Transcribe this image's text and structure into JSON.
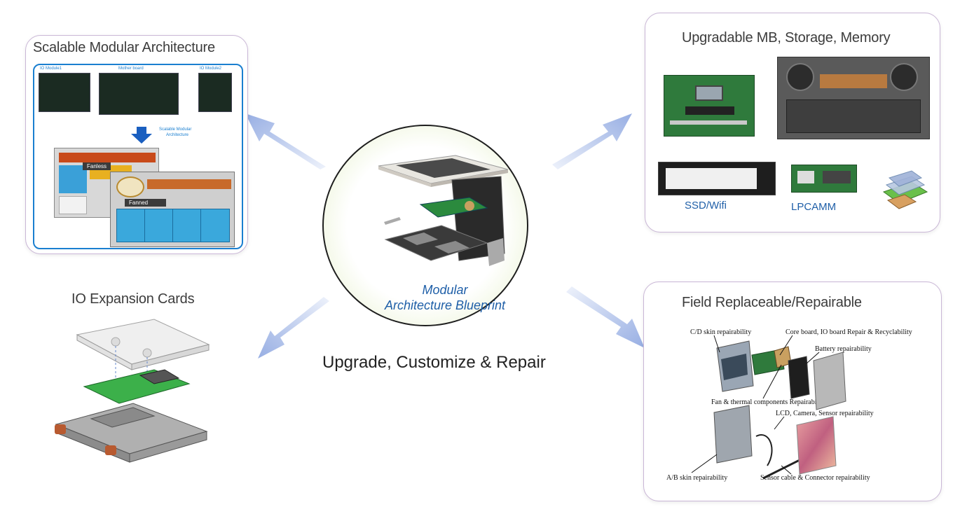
{
  "center": {
    "title_line1": "Modular",
    "title_line2": "Architecture Blueprint",
    "caption": "Upgrade, Customize & Repair"
  },
  "panels": {
    "scalable": {
      "title": "Scalable Modular Architecture",
      "labels": {
        "io1": "IO Module1",
        "mb": "Mother board",
        "io2": "IO Module2",
        "arch_line1": "Scalable Modular",
        "arch_line2": "Architecture",
        "fanless": "Fanless",
        "fanned": "Fanned"
      }
    },
    "upgradable": {
      "title": "Upgradable MB, Storage, Memory",
      "labels": {
        "ssd": "SSD/Wifi",
        "lpcamm": "LPCAMM"
      }
    },
    "io_cards": {
      "title": "IO Expansion Cards"
    },
    "field": {
      "title": "Field Replaceable/Repairable",
      "labels": {
        "cd_skin": "C/D skin  repairability",
        "core_board": "Core board, IO board Repair & Recyclability",
        "battery": "Battery  repairability",
        "fan": "Fan & thermal components  Repairability",
        "lcd": "LCD, Camera, Sensor  repairability",
        "ab_skin": "A/B skin  repairability",
        "sensor_cable": "Sensor cable & Connector repairability"
      }
    }
  },
  "colors": {
    "arrow": "#a9b9e6",
    "circle_border": "#1e1e1e",
    "circle_glow": "#e6f0c8",
    "panel_border": "#c9b6d6",
    "accent_blue": "#1f5fa8"
  }
}
